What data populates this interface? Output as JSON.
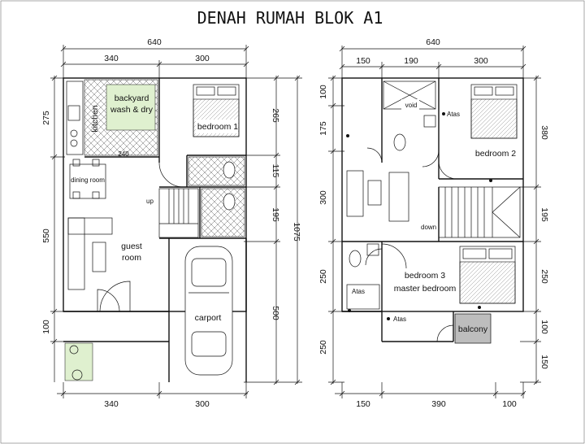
{
  "title": "DENAH RUMAH BLOK A1",
  "left_plan": {
    "dims_top_total": "640",
    "dims_top": [
      "340",
      "300"
    ],
    "dims_bottom": [
      "340",
      "300"
    ],
    "dims_left": [
      "275",
      "550",
      "100"
    ],
    "dims_right_inner": [
      "265",
      "115",
      "195",
      "500"
    ],
    "dims_right_total": "1075",
    "rooms": {
      "backyard": "backyard",
      "wash_dry": "wash & dry",
      "kitchen": "kitchen",
      "bedroom1": "bedroom 1",
      "dining": "dining room",
      "guest1": "guest",
      "guest2": "room",
      "carport": "carport"
    },
    "note_240": "240",
    "up_label": "up"
  },
  "right_plan": {
    "dims_top_total": "640",
    "dims_top": [
      "150",
      "190",
      "300"
    ],
    "dims_bottom": [
      "150",
      "390",
      "100"
    ],
    "dims_left": [
      "100",
      "175",
      "300",
      "250",
      "250"
    ],
    "dims_right": [
      "380",
      "195",
      "250",
      "100",
      "150"
    ],
    "rooms": {
      "void": "void",
      "bedroom2": "bedroom 2",
      "bedroom3": "bedroom 3",
      "master": "master bedroom",
      "balcony": "balcony"
    },
    "atas_labels": [
      "Atas",
      "Atas",
      "Atas"
    ],
    "down_label": "down"
  },
  "colors": {
    "lines": "#111111",
    "garden": "#dff0cf",
    "balcony": "#bdbdbd"
  }
}
